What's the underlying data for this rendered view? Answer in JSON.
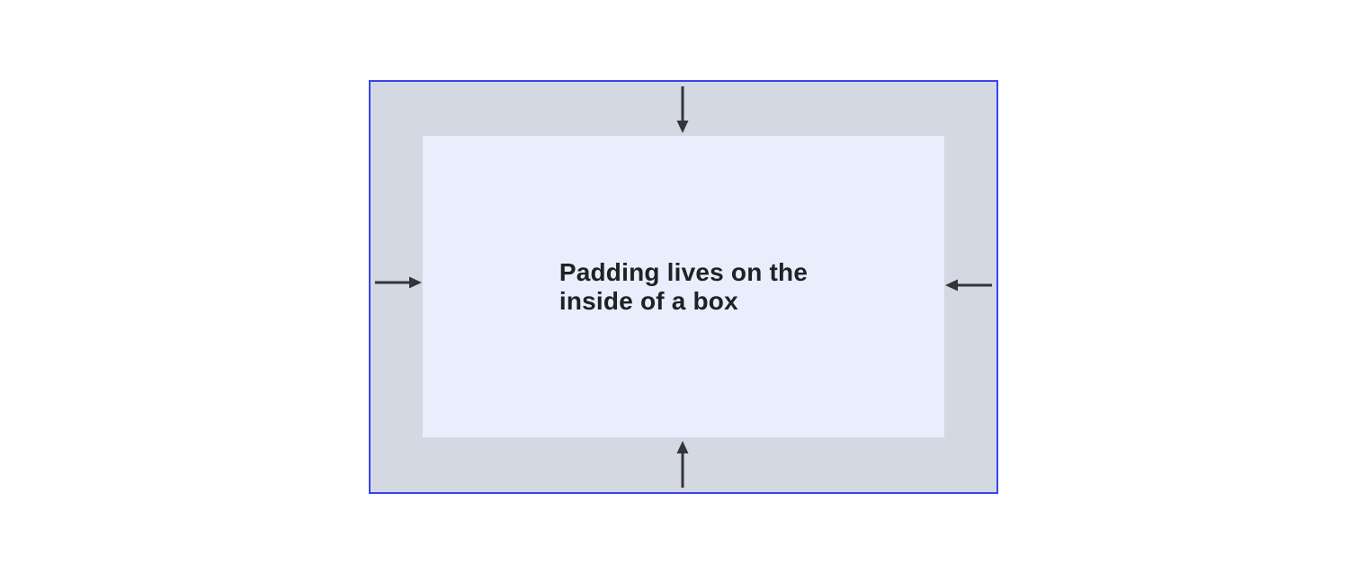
{
  "figure": {
    "name": "css-padding-diagram",
    "padding_box": {
      "role": "box with padding area",
      "arrow_icons": [
        "arrow-down-icon",
        "arrow-left-icon",
        "arrow-up-icon",
        "arrow-right-icon"
      ]
    },
    "content_box": {
      "lines": {
        "0": "Padding lives on the",
        "1": "inside of a box"
      },
      "full_text": "Padding lives on the inside of a box"
    }
  },
  "colors": {
    "page_bg": "#ffffff",
    "border": "#3a43f0",
    "padding_area_bg": "#d3d8e2",
    "content_bg": "#e8eefc",
    "arrow": "#333538",
    "text": "#202124"
  }
}
